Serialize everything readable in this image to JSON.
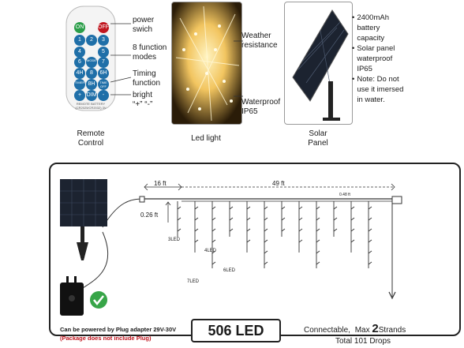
{
  "top": {
    "remote": {
      "caption": "Remote\nControl",
      "labels": {
        "power": "power\nswich",
        "modes": "8 function\nmodes",
        "timing": "Timing\nfunction",
        "bright": "bright\n“+”   “-”"
      },
      "buttons": [
        "ON",
        "OFF",
        "1",
        "2",
        "3",
        "4",
        "MODE",
        "5",
        "6",
        "7",
        "8",
        "4H",
        "6H",
        "8H",
        "TIMER",
        "TIME OFF",
        "+",
        "DIM",
        "-"
      ],
      "footer_text": "REMOTE BATTERY (CR2025/CR2032) 3V"
    },
    "led": {
      "caption": "Led light",
      "labels": {
        "weather": "Weather\nresistance",
        "waterproof": "Waterproof\nIP65"
      }
    },
    "solar": {
      "caption": "Solar\nPanel",
      "notes": [
        "2400mAh battery capacity",
        "Solar panel waterproof IP65",
        "Note: Do not use it imersed in water."
      ]
    }
  },
  "diagram": {
    "dim_16": "16 ft",
    "dim_49": "49 ft",
    "dim_048": "0.48 ft",
    "dim_026": "0.26 ft",
    "led_3": "3LED",
    "led_4": "4LED",
    "led_6": "6LED",
    "led_7": "7LED",
    "plug_note": "Can be powered by Plug adapter 29V-30V",
    "plug_note_red": "(Package does not include Plug)",
    "led_count": "506 LED",
    "connect_text": "Connectable,",
    "max_text": "Max",
    "max_num": "2",
    "strands": "Strands",
    "total": "Total 101 Drops"
  },
  "colors": {
    "accent_red": "#c0161f",
    "check_green": "#37a548",
    "remote_blue": "#1f6fa8",
    "panel_dark": "#1c2330"
  }
}
